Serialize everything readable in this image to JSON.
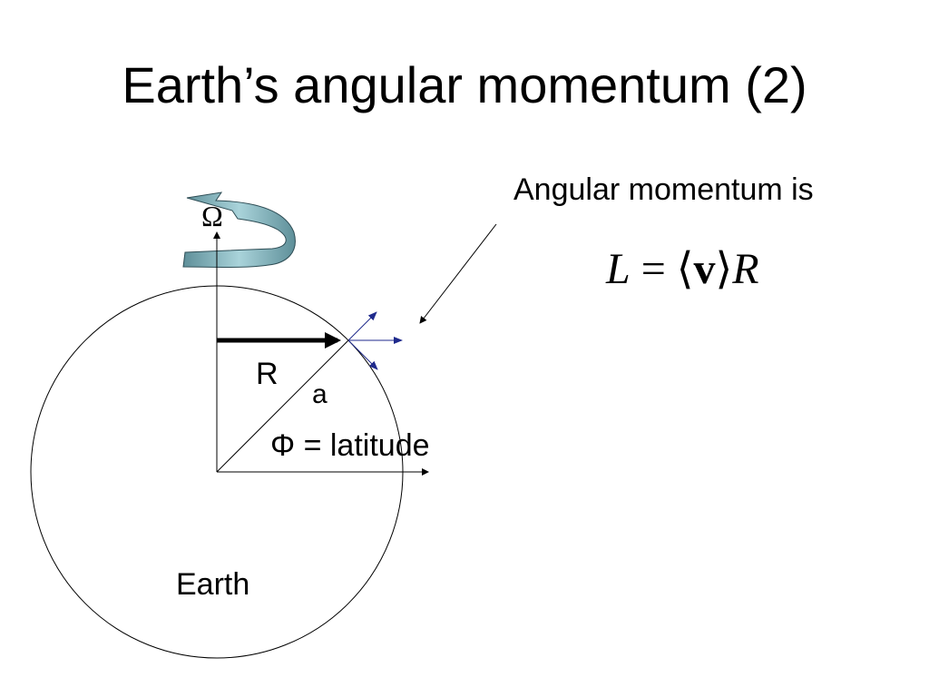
{
  "slide": {
    "title": "Earth’s angular momentum (2)"
  },
  "diagram": {
    "omega_label": "Ω",
    "radius_label": "R",
    "a_label": "a",
    "latitude_label": "Φ = latitude",
    "earth_label": "Earth"
  },
  "annotation": {
    "text": "Angular momentum is",
    "formula": {
      "L": "L",
      "equals": " = ",
      "open": "⟨",
      "v": "v",
      "close": "⟩",
      "R": "R"
    }
  },
  "colors": {
    "rotation_arrow_fill": "#6fa0aa",
    "velocity_arrows": "#1f2a8c",
    "lines": "#000000"
  }
}
